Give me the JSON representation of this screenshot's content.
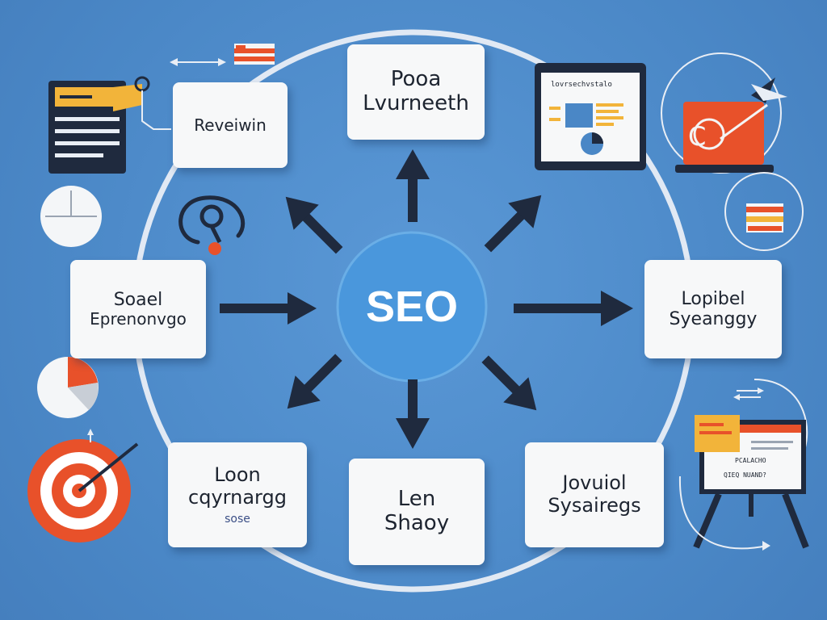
{
  "hub": {
    "label": "SEO"
  },
  "nodes": [
    {
      "id": "top",
      "lines": [
        "Pooa",
        "Lvurneeth"
      ]
    },
    {
      "id": "top-left",
      "lines": [
        "Reveiwin"
      ]
    },
    {
      "id": "left",
      "lines": [
        "Soael",
        "Eprenonvgo"
      ]
    },
    {
      "id": "bottom-left",
      "lines": [
        "Loon",
        "cqyrnargg"
      ],
      "sub": "sose"
    },
    {
      "id": "bottom",
      "lines": [
        "Len",
        "Shaoy"
      ]
    },
    {
      "id": "bottom-right",
      "lines": [
        "Jovuiol",
        "Sysairegs"
      ]
    },
    {
      "id": "right",
      "lines": [
        "Lopibel",
        "Syeanggy"
      ]
    }
  ],
  "decor": {
    "monitor_heading": "lovrsechvstalo",
    "easel_text": [
      "PCALACHO",
      "QIEQ NUAND?"
    ],
    "icons": [
      "document-icon",
      "clock-icon",
      "chat-icon",
      "pie-chart-icon",
      "target-icon",
      "monitor-chart-icon",
      "laptop-search-icon",
      "chart-card-icon",
      "easel-presentation-icon",
      "flag-icon"
    ]
  },
  "colors": {
    "background": "#4a87c6",
    "hub": "#4a97dc",
    "arrow": "#1f2a3e",
    "ring": "#e9eef5",
    "accent_orange": "#e8512a",
    "accent_yellow": "#f2b43a"
  }
}
